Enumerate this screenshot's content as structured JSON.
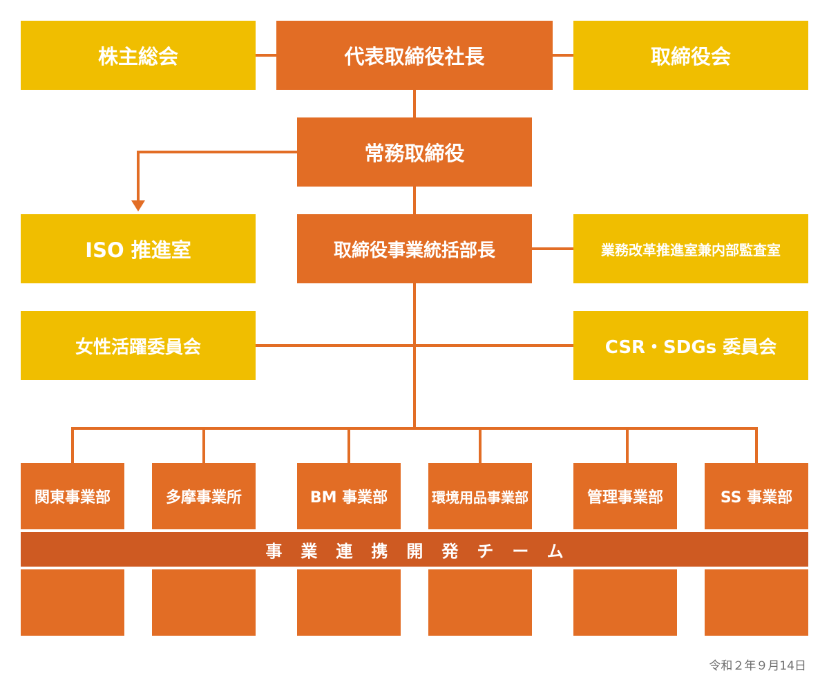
{
  "top": {
    "shareholders": "株主総会",
    "ceo": "代表取締役社長",
    "board": "取締役会"
  },
  "managing_director": "常務取締役",
  "middle": {
    "iso": "ISO 推進室",
    "general_manager": "取締役事業統括部長",
    "reform_audit": "業務改革推進室兼内部監査室"
  },
  "committees": {
    "women": "女性活躍委員会",
    "csr": "CSR・SDGs 委員会"
  },
  "departments": [
    {
      "label": "関東事業部"
    },
    {
      "label": "多摩事業所"
    },
    {
      "label": "BM 事業部"
    },
    {
      "label": "環境用品事業部"
    },
    {
      "label": "管理事業部"
    },
    {
      "label": "SS 事業部"
    }
  ],
  "team_band": "事業連携開発チーム",
  "date": "令和２年９月14日",
  "colors": {
    "yellow": "#F0BE00",
    "orange": "#E26D25",
    "band": "#CE5A22",
    "line": "#E26D25"
  }
}
